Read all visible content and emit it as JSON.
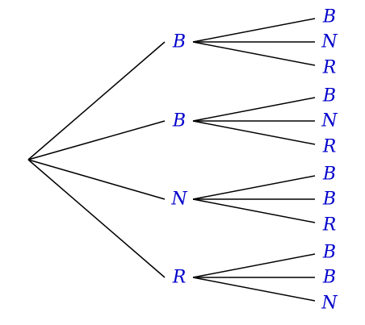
{
  "diagram": {
    "type": "probability-tree",
    "colors": {
      "label": "#0000cc",
      "edge": "#000000"
    },
    "level1": [
      {
        "label": "B",
        "children": [
          "B",
          "N",
          "R"
        ]
      },
      {
        "label": "B",
        "children": [
          "B",
          "N",
          "R"
        ]
      },
      {
        "label": "N",
        "children": [
          "B",
          "B",
          "R"
        ]
      },
      {
        "label": "R",
        "children": [
          "B",
          "B",
          "N"
        ]
      }
    ]
  }
}
